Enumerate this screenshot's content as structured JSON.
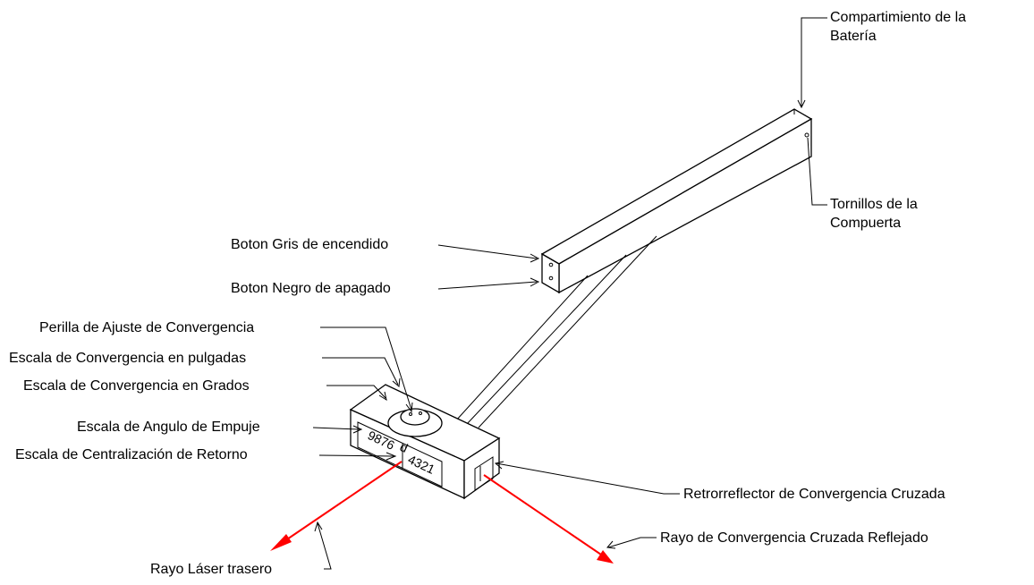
{
  "labels": {
    "battery_compartment_line1": "Compartimiento de la",
    "battery_compartment_line2": "Batería",
    "door_screws_line1": "Tornillos de la",
    "door_screws_line2": "Compuerta",
    "power_on_button": "Boton Gris de encendido",
    "power_off_button": "Boton Negro de apagado",
    "convergence_knob": "Perilla de Ajuste de Convergencia",
    "convergence_scale_inches": "Escala de Convergencia en pulgadas",
    "convergence_scale_degrees": "Escala de Convergencia en Grados",
    "thrust_angle_scale": "Escala de Angulo de Empuje",
    "return_centering_scale": "Escala de Centralización de Retorno",
    "cross_convergence_retroreflector": "Retrorreflector de Convergencia Cruzada",
    "reflected_cross_convergence_ray": "Rayo de Convergencia Cruzada Reflejado",
    "rear_laser_ray": "Rayo Láser trasero"
  },
  "scale_marks": {
    "left": "9876",
    "left_extra": "d",
    "right": "4321"
  },
  "colors": {
    "laser": "#ff0000",
    "line": "#000000"
  }
}
